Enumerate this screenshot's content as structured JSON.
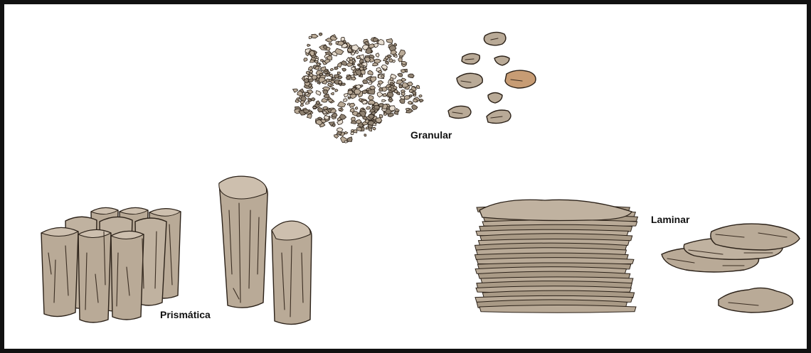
{
  "labels": {
    "granular": "Granular",
    "prismatica": "Prismática",
    "laminar": "Laminar"
  },
  "colors": {
    "border": "#111111",
    "background": "#ffffff",
    "aggregate_fill": "#b9aa97",
    "aggregate_fill_light": "#cdbfae",
    "aggregate_fill_accent": "#c79c74",
    "outline": "#2b2118"
  }
}
